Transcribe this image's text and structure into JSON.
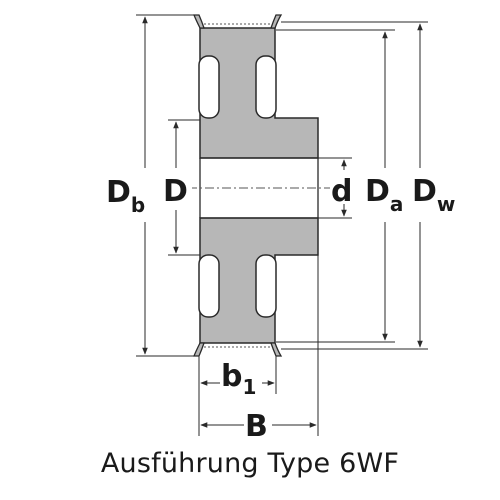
{
  "labels": {
    "db_main": "D",
    "db_sub": "b",
    "D": "D",
    "d": "d",
    "da_main": "D",
    "da_sub": "a",
    "dw_main": "D",
    "dw_sub": "w",
    "b1_main": "b",
    "b1_sub": "1",
    "B": "B"
  },
  "caption": "Ausführung Type 6WF",
  "colors": {
    "part_fill": "#b7b7b7",
    "part_stroke": "#2a2a2a",
    "dimension_line": "#2a2a2a",
    "background": "#ffffff"
  }
}
